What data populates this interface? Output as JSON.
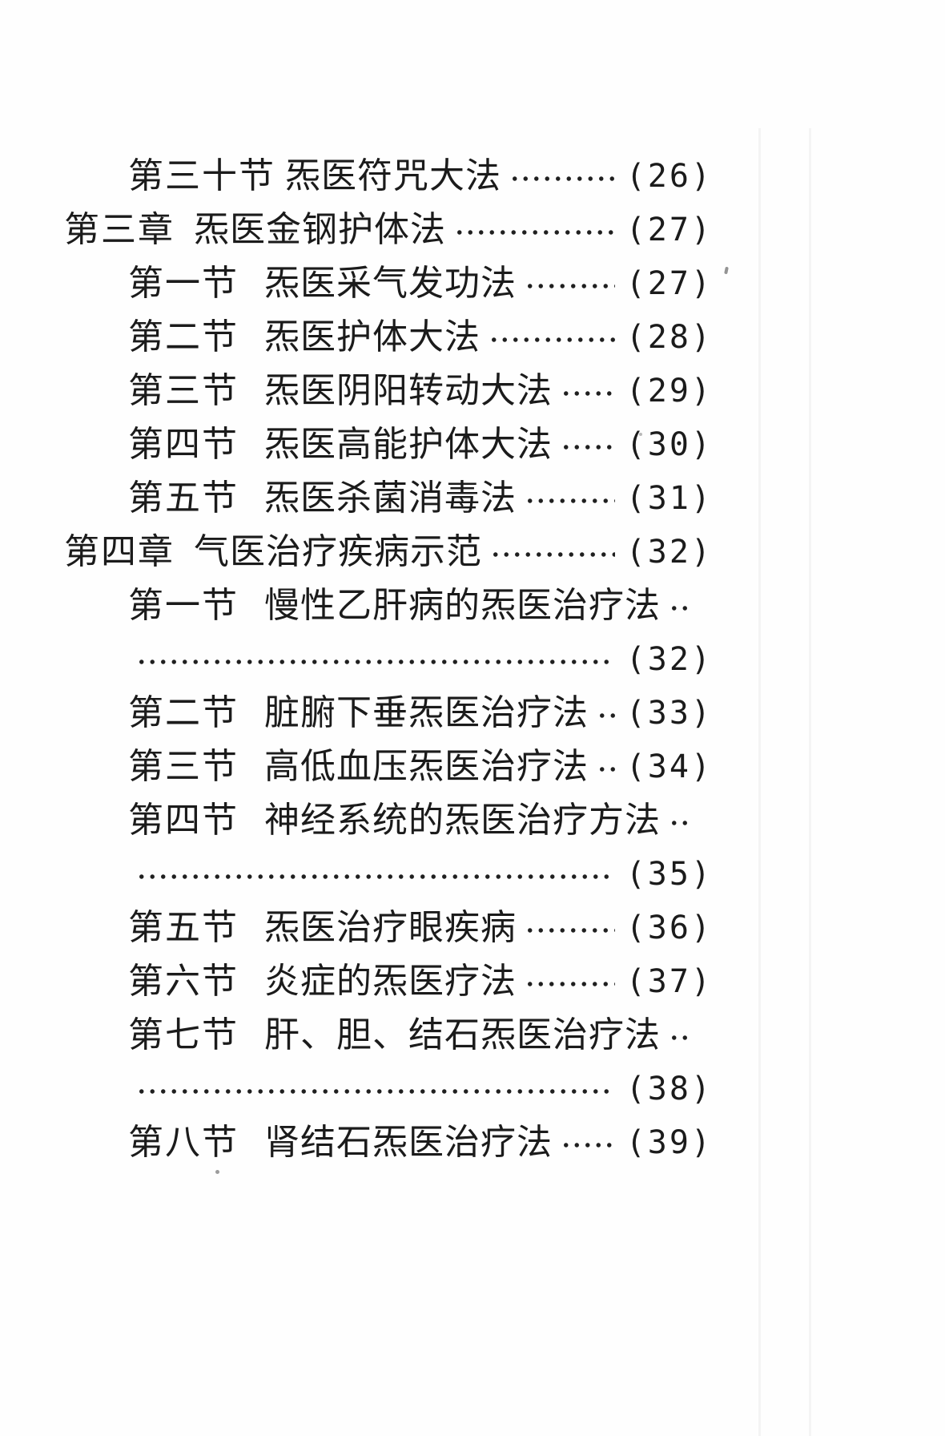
{
  "page": {
    "background": "#fefefe",
    "text_color": "#1b1b1b",
    "kind": "book-table-of-contents-scan"
  },
  "toc": {
    "rows": [
      {
        "kind": "section",
        "label": "第三十节",
        "title": "炁医符咒大法",
        "page_no": "(26)"
      },
      {
        "kind": "chapter",
        "label": "第三章",
        "title": "炁医金钢护体法",
        "page_no": "(27)"
      },
      {
        "kind": "section",
        "label": "第一节",
        "title": "炁医采气发功法",
        "page_no": "(27)"
      },
      {
        "kind": "section",
        "label": "第二节",
        "title": "炁医护体大法",
        "page_no": "(28)"
      },
      {
        "kind": "section",
        "label": "第三节",
        "title": "炁医阴阳转动大法",
        "page_no": "(29)"
      },
      {
        "kind": "section",
        "label": "第四节",
        "title": "炁医高能护体大法",
        "page_no": "(30)"
      },
      {
        "kind": "section",
        "label": "第五节",
        "title": "炁医杀菌消毒法",
        "page_no": "(31)"
      },
      {
        "kind": "chapter",
        "label": "第四章",
        "title": "气医治疗疾病示范",
        "page_no": "(32)"
      },
      {
        "kind": "section-wrap",
        "label": "第一节",
        "title": "慢性乙肝病的炁医治疗法",
        "page_no": null
      },
      {
        "kind": "continuation",
        "label": null,
        "title": null,
        "page_no": "(32)"
      },
      {
        "kind": "section",
        "label": "第二节",
        "title": "脏腑下垂炁医治疗法",
        "page_no": "(33)"
      },
      {
        "kind": "section",
        "label": "第三节",
        "title": "高低血压炁医治疗法",
        "page_no": "(34)"
      },
      {
        "kind": "section-wrap",
        "label": "第四节",
        "title": "神经系统的炁医治疗方法",
        "page_no": null
      },
      {
        "kind": "continuation",
        "label": null,
        "title": null,
        "page_no": "(35)"
      },
      {
        "kind": "section",
        "label": "第五节",
        "title": "炁医治疗眼疾病",
        "page_no": "(36)"
      },
      {
        "kind": "section",
        "label": "第六节",
        "title": "炎症的炁医疗法",
        "page_no": "(37)"
      },
      {
        "kind": "section-wrap",
        "label": "第七节",
        "title": "肝、胆、结石炁医治疗法",
        "page_no": null
      },
      {
        "kind": "continuation",
        "label": null,
        "title": null,
        "page_no": "(38)"
      },
      {
        "kind": "section",
        "label": "第八节",
        "title": "肾结石炁医治疗法",
        "page_no": "(39)"
      }
    ]
  }
}
